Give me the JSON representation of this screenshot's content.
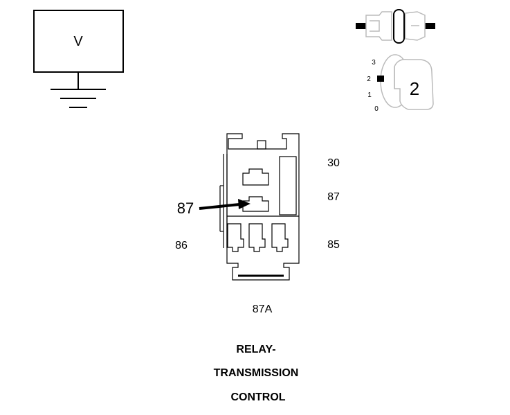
{
  "voltmeter": {
    "label": "V"
  },
  "ignition": {
    "positions": [
      "3",
      "2",
      "1",
      "0"
    ],
    "key_position": "2"
  },
  "relay": {
    "pins": {
      "pin_30": "30",
      "pin_87_right": "87",
      "pin_87_callout": "87",
      "pin_86": "86",
      "pin_85": "85",
      "pin_87a": "87A"
    }
  },
  "caption": {
    "line1": "RELAY-",
    "line2": "TRANSMISSION",
    "line3": "CONTROL"
  }
}
